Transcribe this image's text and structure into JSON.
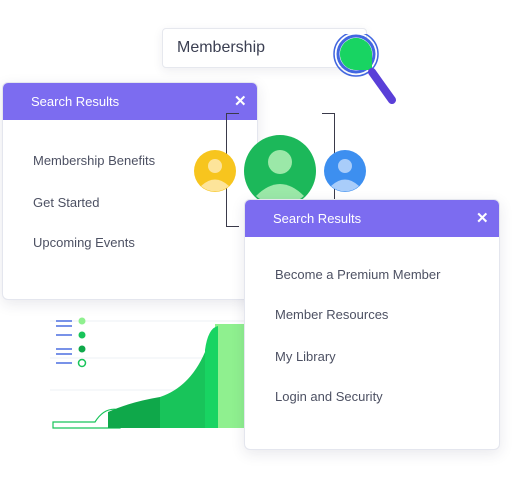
{
  "search": {
    "query": "Membership"
  },
  "panel_left": {
    "title": "Search Results",
    "close_icon": "close-icon",
    "items": [
      "Membership Benefits",
      "Get Started",
      "Upcoming Events"
    ]
  },
  "panel_right": {
    "title": "Search Results",
    "close_icon": "close-icon",
    "items": [
      "Become a Premium Member",
      "Member Resources",
      "My Library",
      "Login and Security"
    ]
  },
  "colors": {
    "header": "#7c6cf0",
    "avatar_yellow": "#f7c51e",
    "avatar_green": "#1cb85a",
    "avatar_blue": "#3d8ff0",
    "chart_green": "#18c45a",
    "chart_light": "#8ff08f",
    "magnifier_handle": "#5a3fd8"
  },
  "icons": [
    "search-icon",
    "close-icon",
    "user-avatar-icon"
  ]
}
